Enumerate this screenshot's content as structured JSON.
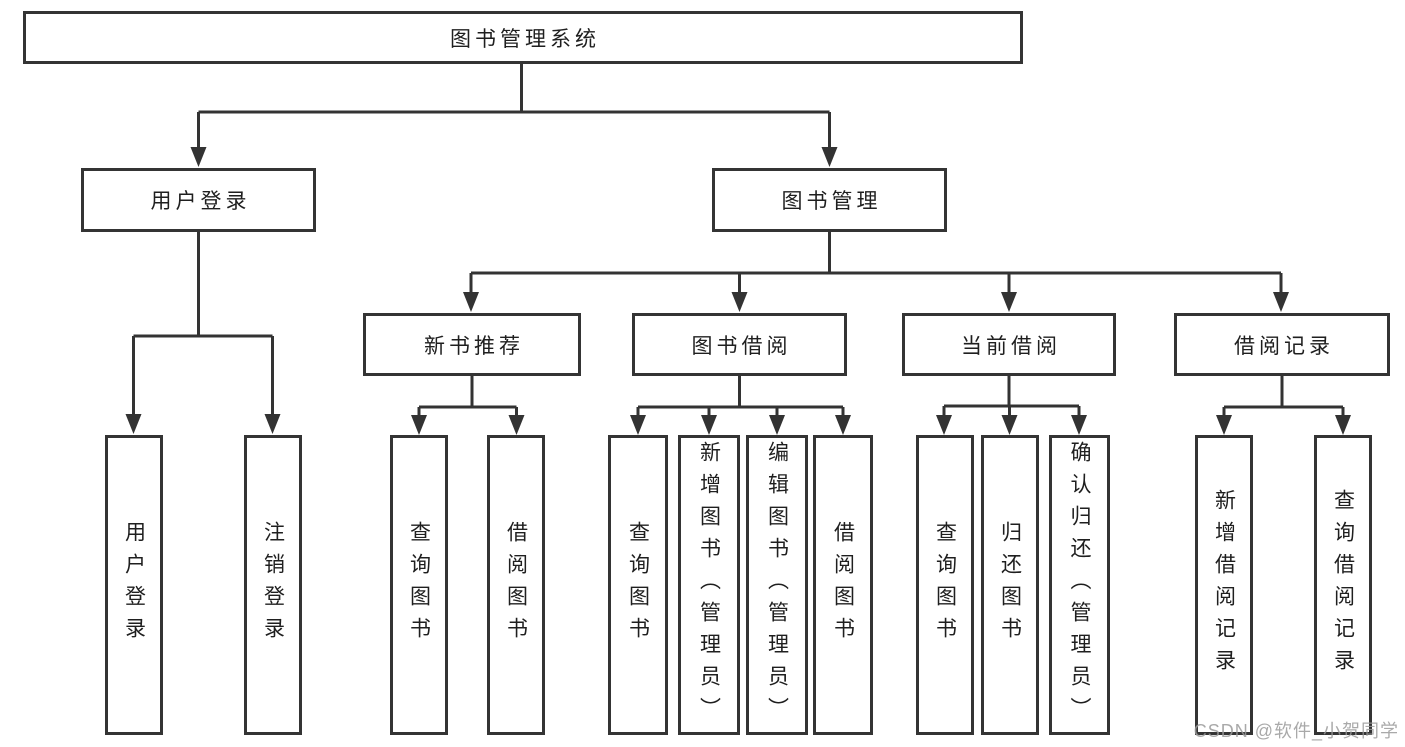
{
  "nodes": {
    "root": "图书管理系统",
    "user_login": "用户登录",
    "book_management": "图书管理",
    "new_book_recommend": "新书推荐",
    "book_borrow": "图书借阅",
    "current_borrow": "当前借阅",
    "borrow_records": "借阅记录",
    "leaf_user_login": "用户登录",
    "leaf_logout": "注销登录",
    "leaf_recommend_query_books": "查询图书",
    "leaf_recommend_borrow_books": "借阅图书",
    "leaf_borrow_query_books": "查询图书",
    "leaf_borrow_add_books": "新增图书（管理员）",
    "leaf_borrow_edit_books": "编辑图书（管理员）",
    "leaf_borrow_borrow_books": "借阅图书",
    "leaf_current_query_books": "查询图书",
    "leaf_current_return_books": "归还图书",
    "leaf_current_confirm_return": "确认归还（管理员）",
    "leaf_records_add_record": "新增借阅记录",
    "leaf_records_query_record": "查询借阅记录"
  },
  "watermark": {
    "text": "CSDN @软件_小贺同学"
  },
  "colors": {
    "line": "#333333",
    "border": "#343434",
    "text": "#1f1f1f",
    "wm": "#9b9b9b",
    "bg": "#ffffff"
  }
}
